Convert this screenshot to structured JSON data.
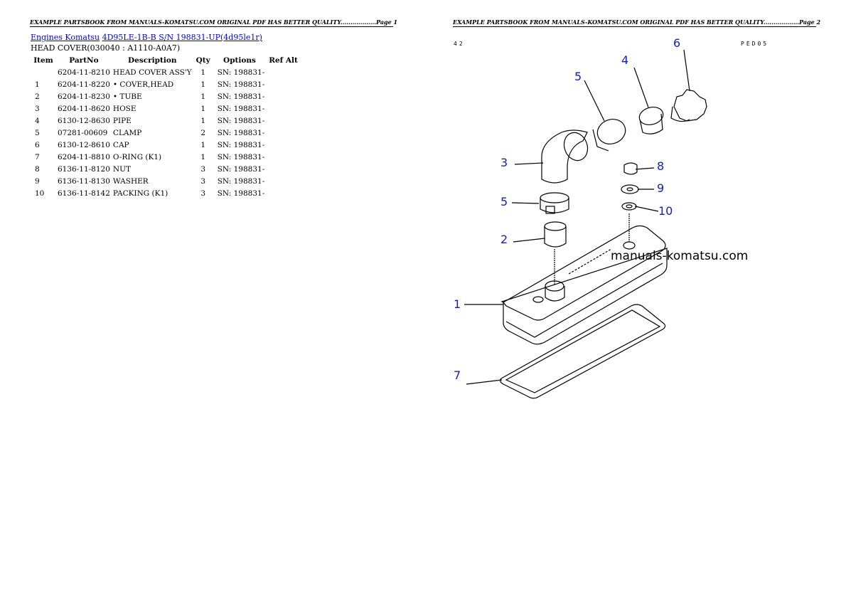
{
  "header": {
    "page1": "EXAMPLE PARTSBOOK FROM MANUALS-KOMATSU.COM ORIGINAL PDF HAS BETTER QUALITY..................Page 1",
    "page2": "EXAMPLE PARTSBOOK FROM MANUALS-KOMATSU.COM ORIGINAL PDF HAS BETTER QUALITY..................Page 2"
  },
  "breadcrumb": {
    "link1": "Engines Komatsu",
    "link2": "4D95LE-1B-B S/N 198831-UP(4d95le1r)"
  },
  "section_title": "HEAD COVER(030040 : A1110-A0A7)",
  "table": {
    "headers": [
      "Item",
      "PartNo",
      "Description",
      "Qty",
      "Options",
      "Ref Alt"
    ],
    "rows": [
      {
        "item": "",
        "part": "6204-11-8210",
        "desc": "HEAD COVER ASS'Y",
        "qty": "1",
        "opt": "SN: 198831-"
      },
      {
        "item": "1",
        "part": "6204-11-8220",
        "desc": "• COVER,HEAD",
        "qty": "1",
        "opt": "SN: 198831-"
      },
      {
        "item": "2",
        "part": "6204-11-8230",
        "desc": "• TUBE",
        "qty": "1",
        "opt": "SN: 198831-"
      },
      {
        "item": "3",
        "part": "6204-11-8620",
        "desc": "HOSE",
        "qty": "1",
        "opt": "SN: 198831-"
      },
      {
        "item": "4",
        "part": "6130-12-8630",
        "desc": "PIPE",
        "qty": "1",
        "opt": "SN: 198831-"
      },
      {
        "item": "5",
        "part": "07281-00609",
        "desc": "CLAMP",
        "qty": "2",
        "opt": "SN: 198831-"
      },
      {
        "item": "6",
        "part": "6130-12-8610",
        "desc": "CAP",
        "qty": "1",
        "opt": "SN: 198831-"
      },
      {
        "item": "7",
        "part": "6204-11-8810",
        "desc": "O-RING (K1)",
        "qty": "1",
        "opt": "SN: 198831-"
      },
      {
        "item": "8",
        "part": "6136-11-8120",
        "desc": "NUT",
        "qty": "3",
        "opt": "SN: 198831-"
      },
      {
        "item": "9",
        "part": "6136-11-8130",
        "desc": "WASHER",
        "qty": "3",
        "opt": "SN: 198831-"
      },
      {
        "item": "10",
        "part": "6136-11-8142",
        "desc": "PACKING (K1)",
        "qty": "3",
        "opt": "SN: 198831-"
      }
    ]
  },
  "diagram": {
    "page_code": "42",
    "fig_code": "PED05",
    "callouts": [
      "6",
      "4",
      "5",
      "3",
      "8",
      "9",
      "5",
      "10",
      "2",
      "1",
      "7"
    ],
    "watermark": "manuals-komatsu.com",
    "callout_color": "#1020c8"
  }
}
